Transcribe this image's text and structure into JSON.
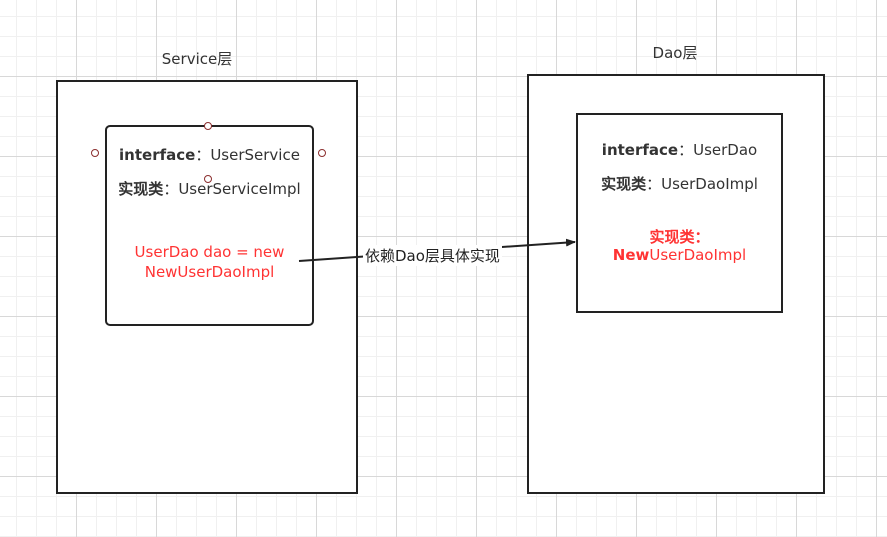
{
  "service_layer": {
    "title": "Service层",
    "interface_label": "interface",
    "interface_sep": "：",
    "interface_value": "UserService",
    "impl_label": "实现类",
    "impl_sep": "：",
    "impl_value": "UserServiceImpl",
    "code_line1": "UserDao dao = new",
    "code_line2": "NewUserDaoImpl"
  },
  "dao_layer": {
    "title": "Dao层",
    "interface_label": "interface",
    "interface_sep": "：",
    "interface_value": "UserDao",
    "impl_label": "实现类",
    "impl_sep": "：",
    "impl_value": "UserDaoImpl",
    "new_impl_label": "实现类：",
    "new_impl_prefix": "New",
    "new_impl_value": "UserDaoImpl"
  },
  "connector": {
    "label": "依赖Dao层具体实现"
  },
  "colors": {
    "highlight": "#ff3333",
    "border": "#222222",
    "text": "#333333"
  }
}
